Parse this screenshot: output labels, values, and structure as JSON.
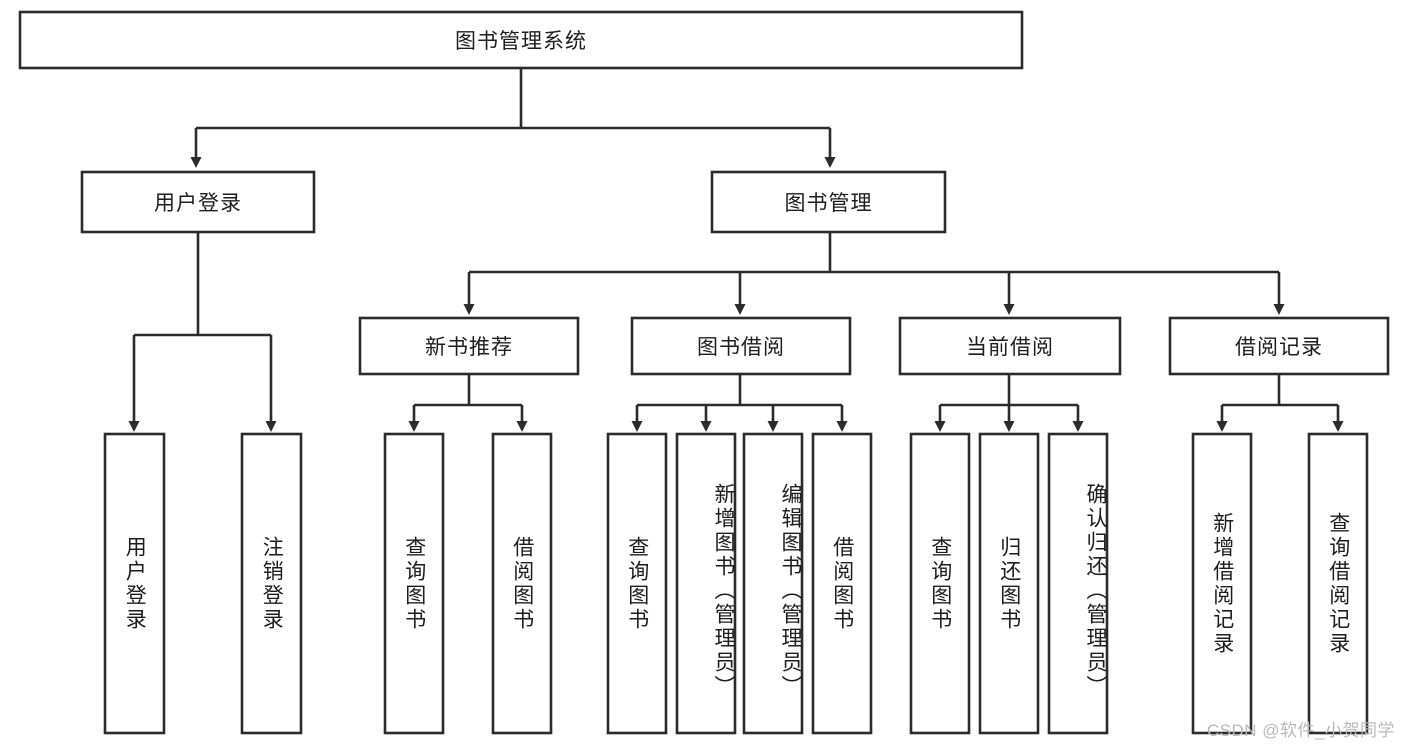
{
  "diagram": {
    "title": "图书管理系统",
    "type": "tree-hierarchy-diagram",
    "watermark": "CSDN @软件_小贺同学",
    "colors": {
      "background": "#ffffff",
      "box_stroke": "#2b2b2b",
      "box_fill": "#ffffff",
      "text": "#1d1d1d",
      "watermark": "#b9b9b9"
    }
  },
  "root": {
    "label": "图书管理系统"
  },
  "level1": [
    {
      "label": "用户登录"
    },
    {
      "label": "图书管理"
    }
  ],
  "level2": [
    {
      "label": "新书推荐"
    },
    {
      "label": "图书借阅"
    },
    {
      "label": "当前借阅"
    },
    {
      "label": "借阅记录"
    }
  ],
  "leaves": {
    "user_login": [
      {
        "label": "用户登录"
      },
      {
        "label": "注销登录"
      }
    ],
    "new_book_recommend": [
      {
        "label": "查询图书"
      },
      {
        "label": "借阅图书"
      }
    ],
    "book_borrow": [
      {
        "label": "查询图书"
      },
      {
        "label": "新增图书（管理员）"
      },
      {
        "label": "编辑图书（管理员）"
      },
      {
        "label": "借阅图书"
      }
    ],
    "current_borrow": [
      {
        "label": "查询图书"
      },
      {
        "label": "归还图书"
      },
      {
        "label": "确认归还（管理员）"
      }
    ],
    "borrow_record": [
      {
        "label": "新增借阅记录"
      },
      {
        "label": "查询借阅记录"
      }
    ]
  }
}
